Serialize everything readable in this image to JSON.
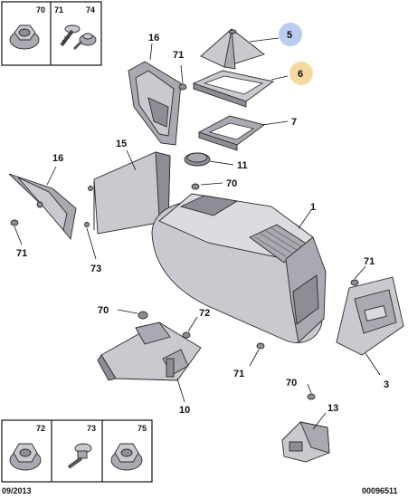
{
  "diagram": {
    "date_code": "09/2013",
    "reference": "00096511",
    "callouts": {
      "c1": "1",
      "c3": "3",
      "c5": "5",
      "c6": "6",
      "c7": "7",
      "c10": "10",
      "c11": "11",
      "c13": "13",
      "c15": "15",
      "c16a": "16",
      "c16b": "16",
      "c70a": "70",
      "c70b": "70",
      "c70c": "70",
      "c71a": "71",
      "c71b": "71",
      "c71c": "71",
      "c71d": "71",
      "c72": "72",
      "c73": "73"
    },
    "highlight_colors": {
      "c5": "#b9cdf0",
      "c6": "#f5d9a0"
    },
    "top_legend": [
      "70",
      "71",
      "74"
    ],
    "bottom_legend": [
      "72",
      "73",
      "75"
    ]
  }
}
